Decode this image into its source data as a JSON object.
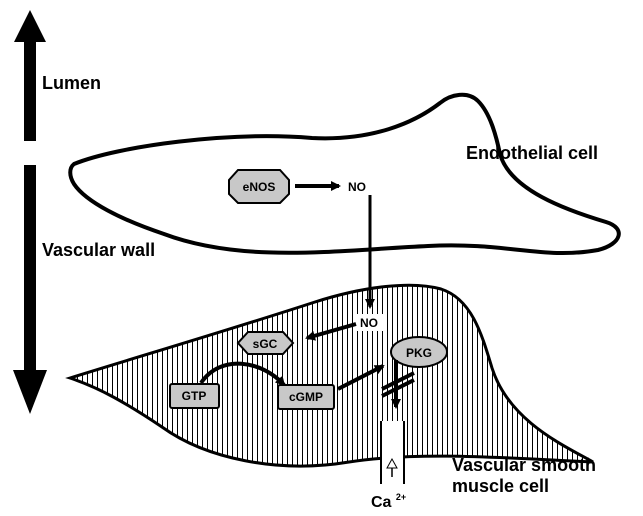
{
  "labels": {
    "lumen": "Lumen",
    "vascular_wall": "Vascular wall",
    "endothelial_cell": "Endothelial cell",
    "smooth_muscle_line1": "Vascular smooth",
    "smooth_muscle_line2": "muscle cell",
    "calcium_base": "Ca",
    "calcium_charge": "2+"
  },
  "nodes": {
    "enos": "eNOS",
    "no_endothelial": "NO",
    "no_smooth_muscle": "NO",
    "sgc": "sGC",
    "gtp": "GTP",
    "cgmp": "cGMP",
    "pkg": "PKG"
  },
  "colors": {
    "stroke": "#000000",
    "node_fill": "#c8c8c8",
    "cell_fill": "#ffffff",
    "background": "#ffffff"
  }
}
